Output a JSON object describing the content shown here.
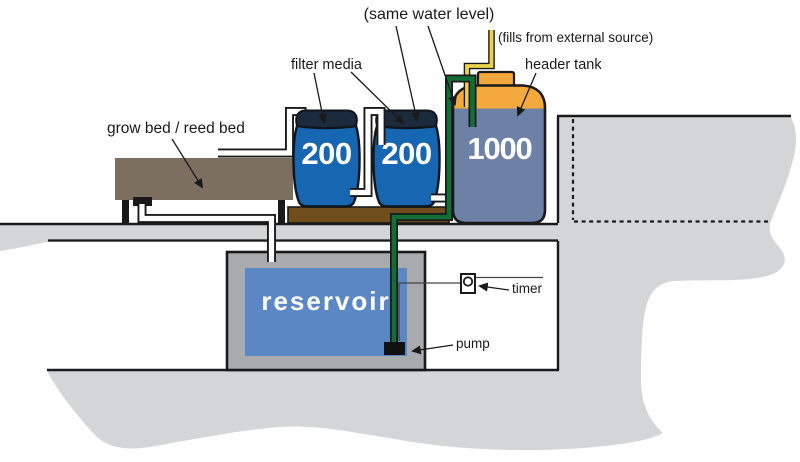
{
  "diagram": {
    "labels": {
      "same_water_level": "(same water level)",
      "fills_from_external_source": "(fills from external source)",
      "header_tank": "header tank",
      "filter_media": "filter media",
      "grow_bed": "grow bed / reed bed",
      "timer": "timer",
      "pump": "pump",
      "reservoir": "reservoir"
    },
    "tanks": {
      "filter_barrel_1_volume": "200",
      "filter_barrel_2_volume": "200",
      "header_tank_volume": "1000"
    },
    "colors": {
      "terrain_gray": "#d3d5d7",
      "pit_gray": "#a8abad",
      "reservoir_water_blue": "#5b88c4",
      "barrel_blue": "#1766b2",
      "barrel_lid_navy": "#1c2a3e",
      "tank_body_blue_gray": "#6d81a6",
      "tank_orange": "#f3a93d",
      "platform_brown": "#6f4d1c",
      "grow_bed_brown": "#7c6f60",
      "pipe_green": "#146c36",
      "pipe_yellow": "#ead44e",
      "pipe_white": "#ffffff",
      "outline_black": "#1a1a1a"
    }
  }
}
